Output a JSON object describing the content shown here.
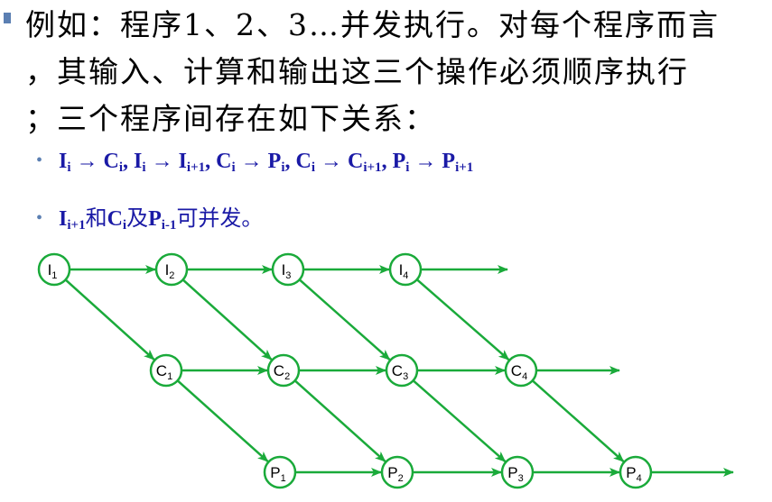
{
  "paragraph": {
    "line1": "例如：程序1、2、3…并发执行。对每个程序而言",
    "line2": "，其输入、计算和输出这三个操作必须顺序执行",
    "line3": "；三个程序间存在如下关系："
  },
  "relation1": {
    "pairs": [
      {
        "from": "I",
        "from_sub": "i",
        "to": "C",
        "to_sub": "i"
      },
      {
        "from": "I",
        "from_sub": "i",
        "to": "I",
        "to_sub": "i+1"
      },
      {
        "from": "C",
        "from_sub": "i",
        "to": "P",
        "to_sub": "i"
      },
      {
        "from": "C",
        "from_sub": "i",
        "to": "C",
        "to_sub": "i+1"
      },
      {
        "from": "P",
        "from_sub": "i",
        "to": "P",
        "to_sub": "i+1"
      }
    ]
  },
  "relation2": {
    "a": "I",
    "a_sub": "i+1",
    "join": "和",
    "b": "C",
    "b_sub": "i",
    "join2": "及",
    "c": "P",
    "c_sub": "i-1",
    "tail": "可并发。"
  },
  "diagram": {
    "color": "#1aaa3a",
    "rows": [
      {
        "letter": "I",
        "subs": [
          "1",
          "2",
          "3",
          "4"
        ]
      },
      {
        "letter": "C",
        "subs": [
          "1",
          "2",
          "3",
          "4"
        ]
      },
      {
        "letter": "P",
        "subs": [
          "1",
          "2",
          "3",
          "4"
        ]
      }
    ]
  }
}
